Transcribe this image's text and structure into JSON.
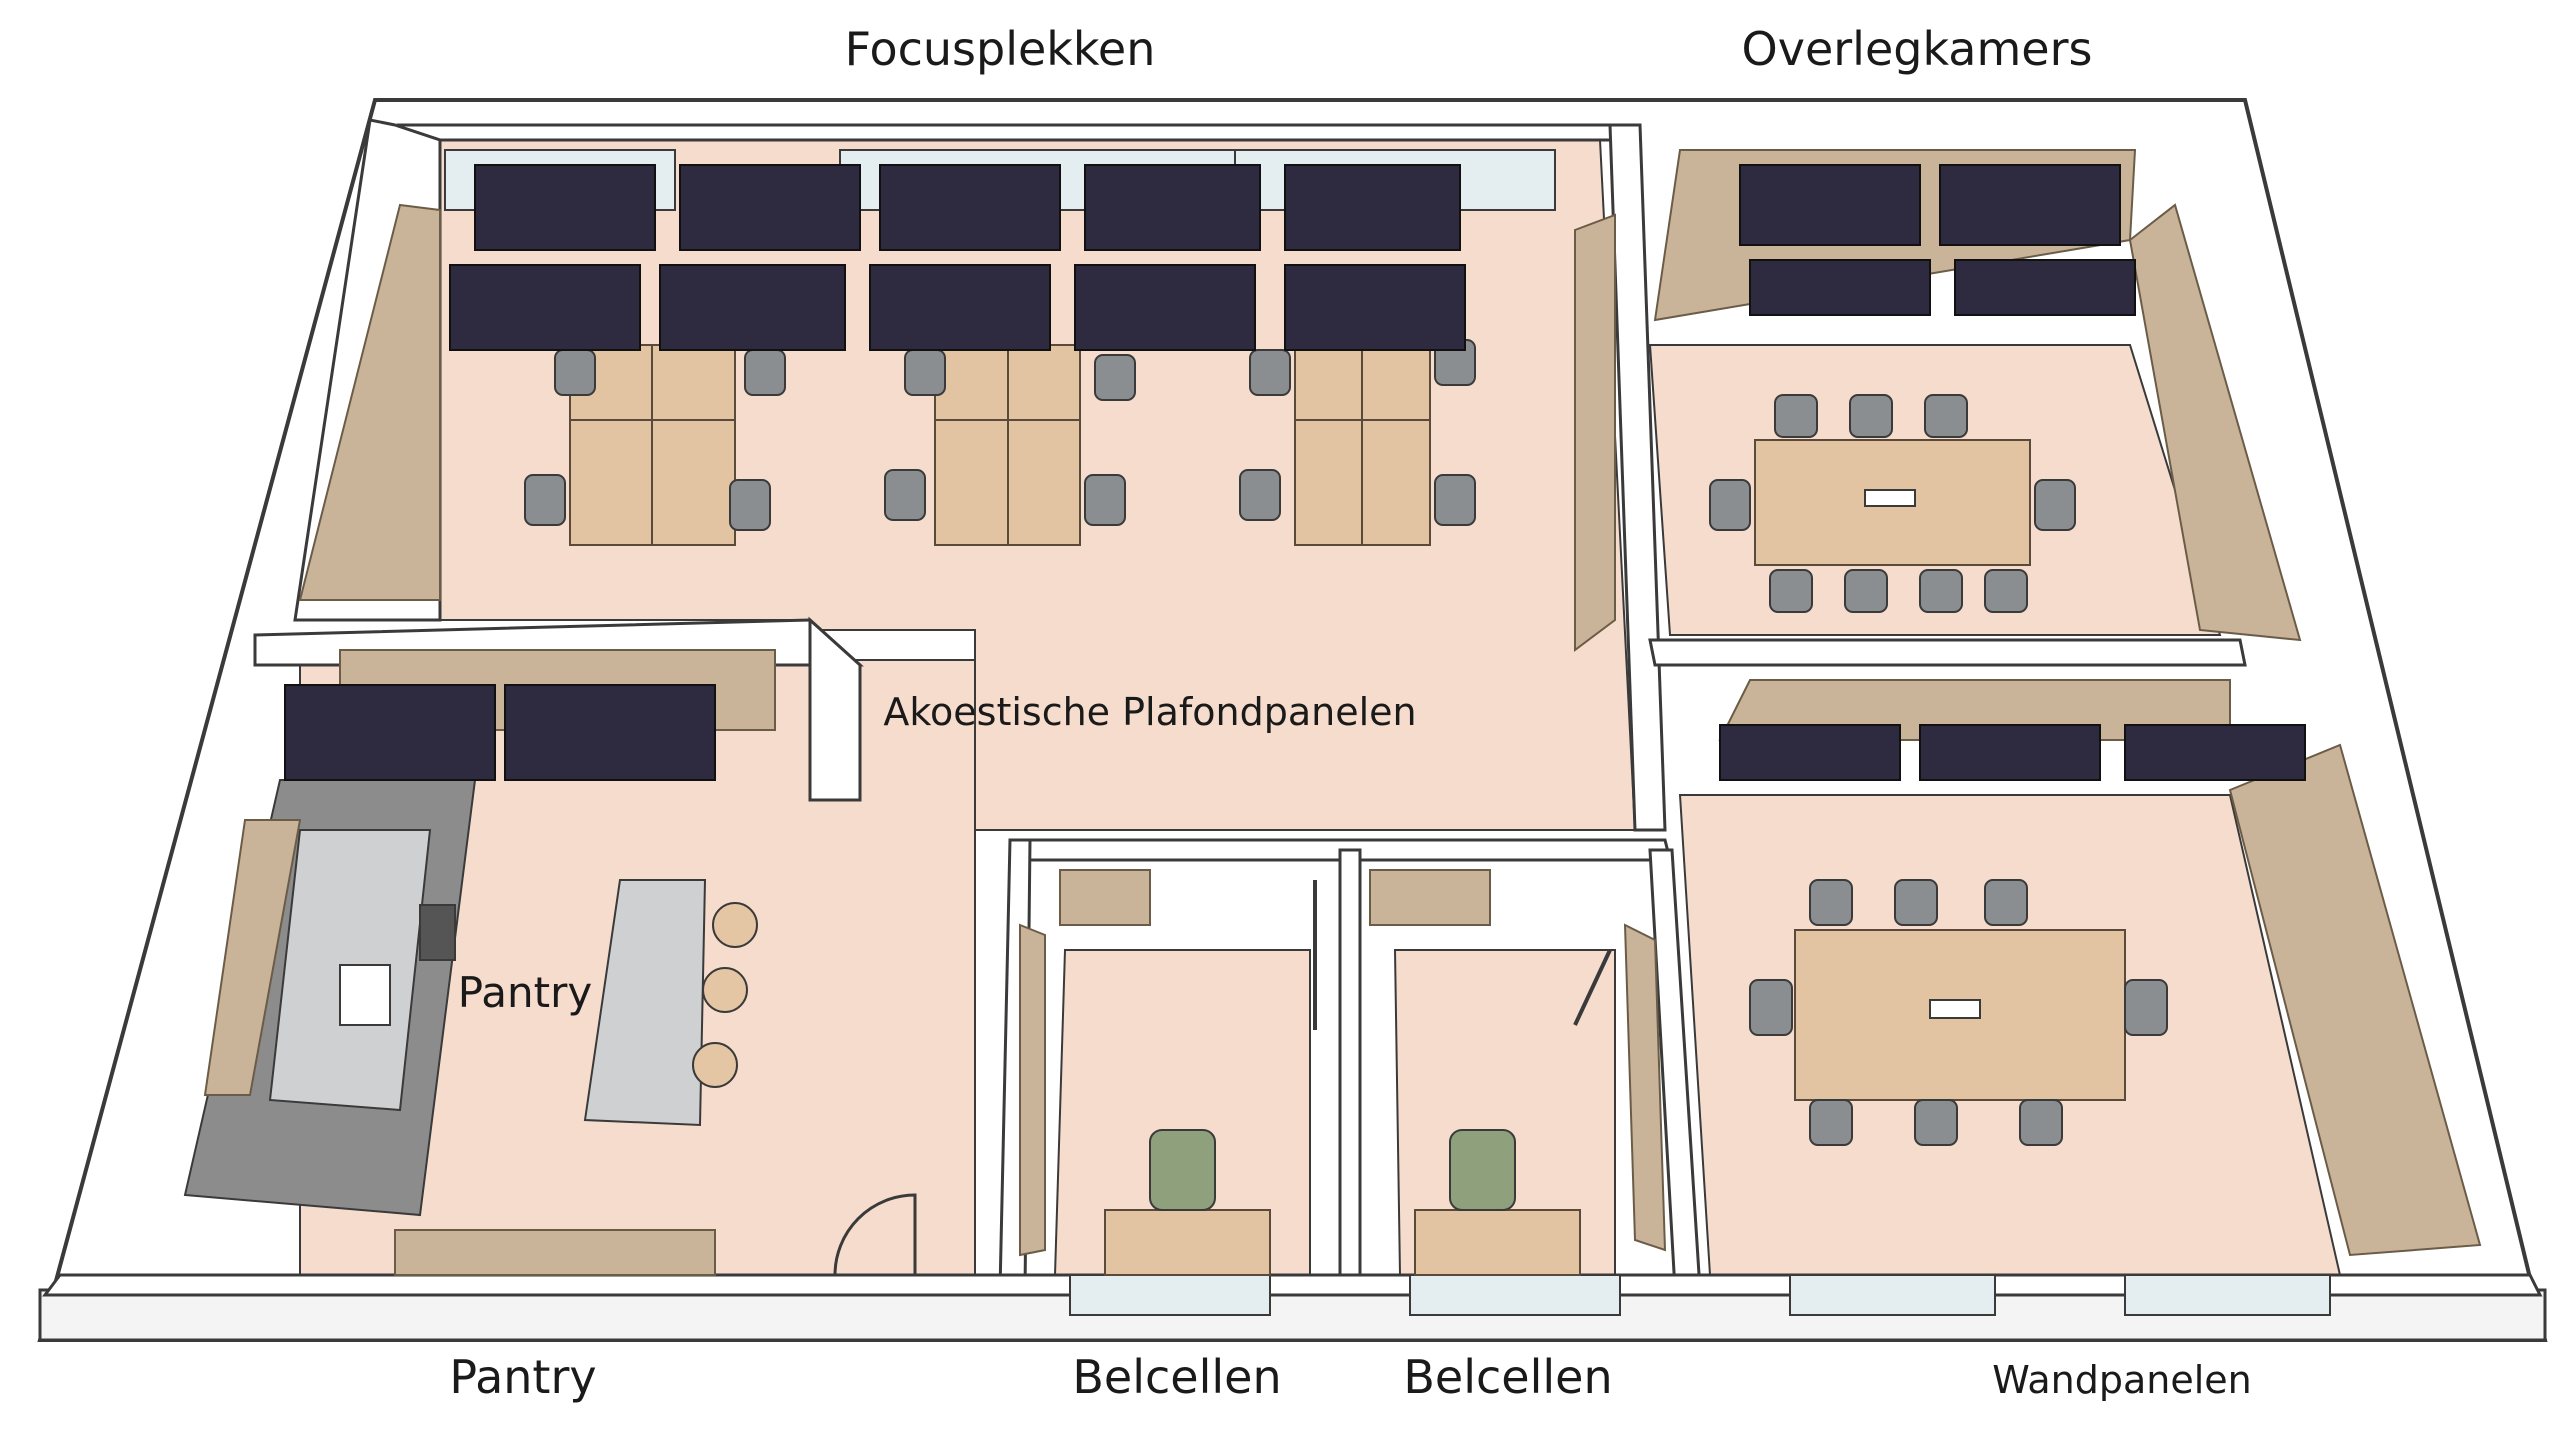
{
  "labels": {
    "focusplekken": "Focusplekken",
    "overlegkamers": "Overlegkamers",
    "akoestische": "Akoestische Plafondpanelen",
    "pantry_inner": "Pantry",
    "pantry_bottom": "Pantry",
    "belcellen_1": "Belcellen",
    "belcellen_2": "Belcellen",
    "wandpanelen": "Wandpanelen"
  },
  "colors": {
    "floor": "#f6dccd",
    "wall": "#ffffff",
    "wall_stroke": "#3a3a3a",
    "ceiling_panel": "#2e2a40",
    "wall_panel": "#c9b49a",
    "desk": "#e2c4a3",
    "chair": "#8a8e90",
    "booth_chair": "#8fa07d",
    "kitchen": "#8c8c8c",
    "island": "#cfd0d2",
    "stool": "#e4c6a4"
  }
}
